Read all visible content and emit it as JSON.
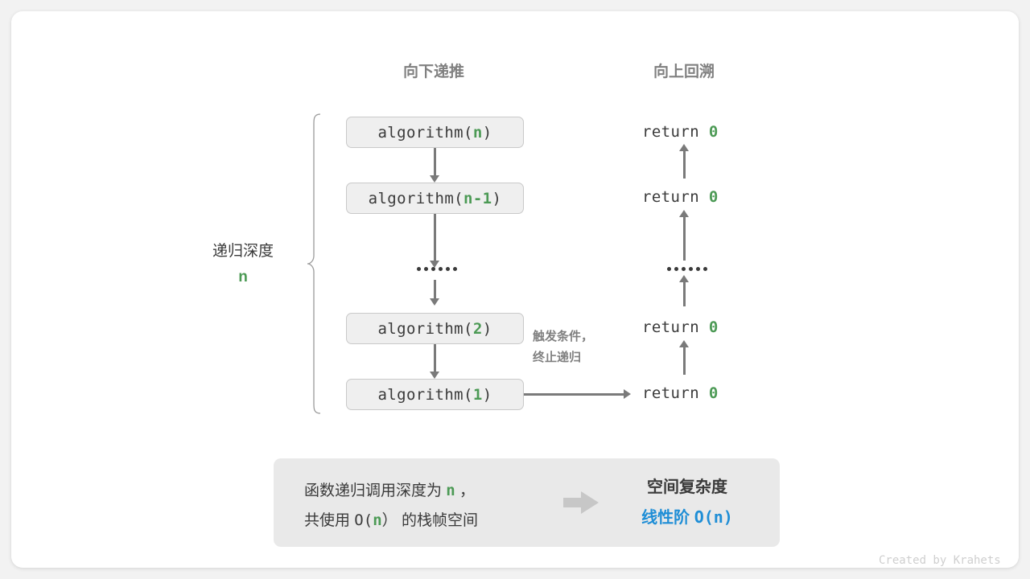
{
  "diagram": {
    "headers": {
      "left": "向下递推",
      "right": "向上回溯"
    },
    "depth_label": {
      "text": "递归深度",
      "value": "n"
    },
    "trigger_note": {
      "line1": "触发条件，",
      "line2": "终止递归"
    },
    "call_stack": [
      {
        "prefix": "algorithm(",
        "arg": "n",
        "suffix": ")"
      },
      {
        "prefix": "algorithm(",
        "arg": "n-1",
        "suffix": ")"
      },
      {
        "ellipsis": "••••••"
      },
      {
        "prefix": "algorithm(",
        "arg": "2",
        "suffix": ")"
      },
      {
        "prefix": "algorithm(",
        "arg": "1",
        "suffix": ")"
      }
    ],
    "returns": [
      {
        "keyword": "return",
        "value": "0"
      },
      {
        "keyword": "return",
        "value": "0"
      },
      {
        "ellipsis": "••••••"
      },
      {
        "keyword": "return",
        "value": "0"
      },
      {
        "keyword": "return",
        "value": "0"
      }
    ],
    "summary": {
      "line1_a": "函数递归调用深度为",
      "line1_n": "n",
      "line1_b": "，",
      "line2_a": "共使用",
      "line2_O": "O(",
      "line2_n": "n",
      "line2_Ob": "）",
      "line2_b": "的栈帧空间",
      "result_title": "空间复杂度",
      "result_value_a": "线性阶",
      "result_value_b": "O(n)"
    },
    "footer": "Created by Krahets",
    "colors": {
      "green": "#4c9a55",
      "blue": "#1f8ed6",
      "gray_text": "#3a3a3a",
      "gray_muted": "#808080",
      "arrow": "#7a7a7a",
      "box_fill": "#efefef",
      "box_border": "#c9c9c9",
      "panel_fill": "#e9e9e9"
    }
  }
}
